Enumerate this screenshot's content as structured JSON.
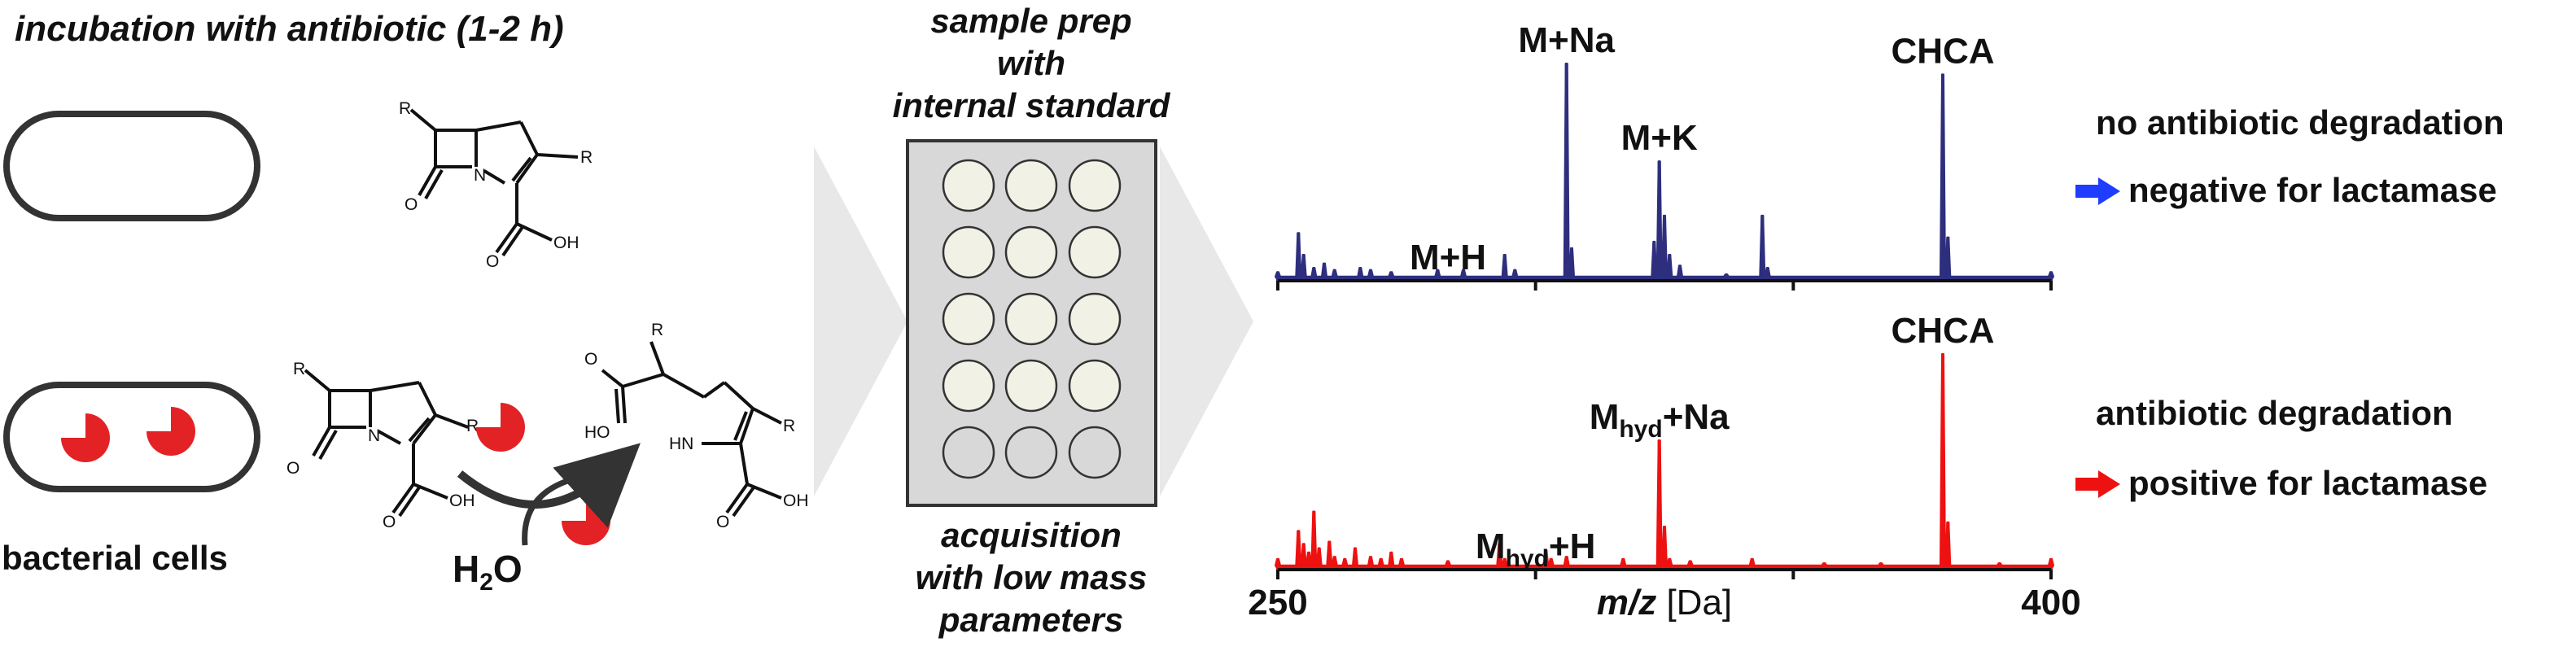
{
  "header": {
    "incubation": "incubation with antibiotic (1-2 h)",
    "bacterial_cells": "bacterial cells",
    "water": {
      "base": "H",
      "sub": "2",
      "tail": "O"
    }
  },
  "chem_labels": {
    "R": "R",
    "O": "O",
    "N": "N",
    "OH": "OH",
    "HN": "HN",
    "HO": "HO"
  },
  "sample_prep": {
    "top_lines": [
      "sample prep",
      "with",
      "internal standard"
    ],
    "bottom_lines": [
      "acquisition",
      "with low mass",
      "parameters"
    ],
    "plate": {
      "rows": 5,
      "cols": 3,
      "filled_rows": 4
    }
  },
  "colors": {
    "spectrum_top": "#2e2e7e",
    "spectrum_bottom": "#ee1111",
    "arrow_blue": "#1f3dff",
    "arrow_red": "#ee1111",
    "enzyme": "#e32226",
    "plate_fill": "#d8d8d8",
    "chevron": "#e8e8e8"
  },
  "chart_data": [
    {
      "type": "line",
      "title": "",
      "xlabel": "",
      "xlim": [
        250,
        400
      ],
      "peak_labels": [
        {
          "text": "M+H",
          "x": 283
        },
        {
          "text": "M+Na",
          "x": 306
        },
        {
          "text": "M+K",
          "x": 324
        },
        {
          "text": "CHCA",
          "x": 379
        }
      ],
      "series": [
        {
          "points": [
            [
              250,
              0.04
            ],
            [
              254,
              0.22
            ],
            [
              255,
              0.12
            ],
            [
              257,
              0.06
            ],
            [
              259,
              0.08
            ],
            [
              261,
              0.05
            ],
            [
              266,
              0.06
            ],
            [
              268,
              0.05
            ],
            [
              272,
              0.04
            ],
            [
              281,
              0.05
            ],
            [
              286,
              0.05
            ],
            [
              294,
              0.12
            ],
            [
              296,
              0.05
            ],
            [
              306,
              1.0
            ],
            [
              307,
              0.15
            ],
            [
              323,
              0.18
            ],
            [
              324,
              0.55
            ],
            [
              325,
              0.3
            ],
            [
              326,
              0.12
            ],
            [
              328,
              0.07
            ],
            [
              337,
              0.03
            ],
            [
              344,
              0.3
            ],
            [
              345,
              0.06
            ],
            [
              379,
              0.95
            ],
            [
              380,
              0.2
            ],
            [
              388,
              0.02
            ],
            [
              400,
              0.04
            ]
          ]
        }
      ]
    },
    {
      "type": "line",
      "title": "",
      "xlabel": "m/z [Da]",
      "xlim": [
        250,
        400
      ],
      "x_tick_labels": [
        "250",
        "400"
      ],
      "peak_labels": [
        {
          "text": "M",
          "sub": "hyd",
          "tail": "+H",
          "x": 300
        },
        {
          "text": "M",
          "sub": "hyd",
          "tail": "+Na",
          "x": 324
        },
        {
          "text": "CHCA",
          "x": 379
        }
      ],
      "series": [
        {
          "points": [
            [
              250,
              0.05
            ],
            [
              254,
              0.18
            ],
            [
              255,
              0.12
            ],
            [
              256,
              0.08
            ],
            [
              257,
              0.27
            ],
            [
              258,
              0.1
            ],
            [
              260,
              0.13
            ],
            [
              261,
              0.06
            ],
            [
              263,
              0.05
            ],
            [
              265,
              0.1
            ],
            [
              268,
              0.06
            ],
            [
              270,
              0.05
            ],
            [
              272,
              0.08
            ],
            [
              274,
              0.05
            ],
            [
              283,
              0.04
            ],
            [
              293,
              0.12
            ],
            [
              294,
              0.05
            ],
            [
              302,
              0.09
            ],
            [
              303,
              0.05
            ],
            [
              306,
              0.06
            ],
            [
              317,
              0.05
            ],
            [
              324,
              0.6
            ],
            [
              325,
              0.2
            ],
            [
              326,
              0.05
            ],
            [
              330,
              0.04
            ],
            [
              342,
              0.05
            ],
            [
              356,
              0.03
            ],
            [
              367,
              0.03
            ],
            [
              379,
              1.0
            ],
            [
              380,
              0.22
            ],
            [
              390,
              0.03
            ],
            [
              400,
              0.05
            ]
          ]
        }
      ]
    }
  ],
  "results": {
    "top_status": "no antibiotic degradation",
    "top_result": "negative for lactamase",
    "bottom_status": "antibiotic degradation",
    "bottom_result": "positive for lactamase"
  }
}
